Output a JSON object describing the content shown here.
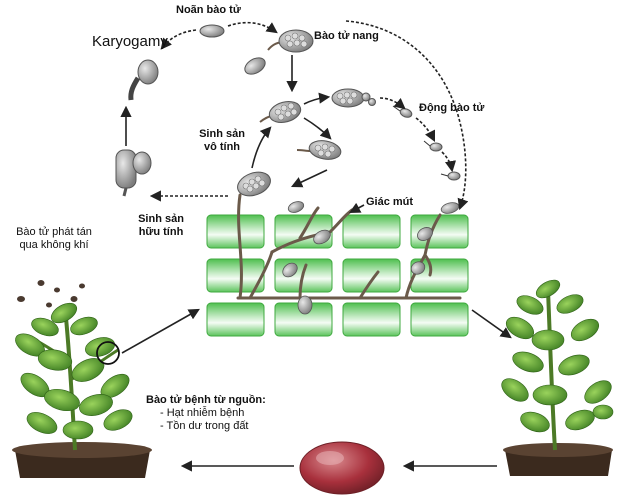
{
  "labels": {
    "oospore": "Noãn bào tử",
    "karyogamy": "Karyogamy",
    "sporangium": "Bào tử nang",
    "zoospore": "Động bào tử",
    "asexual_line1": "Sinh sản",
    "asexual_line2": "vô tính",
    "haustorium": "Giác mút",
    "sexual_line1": "Sinh sản",
    "sexual_line2": "hữu tính",
    "airborne_line1": "Bào tử phát tán",
    "airborne_line2": "qua không khí",
    "sources_title": "Bào tử bệnh từ nguồn:",
    "source_seed": "- Hạt nhiễm bệnh",
    "source_soil": "- Tồn dư trong đất"
  },
  "colors": {
    "cell_fill": "#66cc66",
    "cell_light": "#e9f8e9",
    "hypha": "#6b5a4a",
    "spore": "#9a9a9a",
    "arrow": "#222222",
    "tuber": "#a8303c",
    "leaf": "#4f8f2a",
    "soil": "#3b2a1e"
  }
}
